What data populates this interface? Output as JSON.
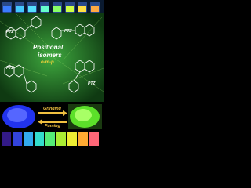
{
  "labels": {
    "ptz": "PTZ",
    "title_line1": "Positional",
    "title_line2": "isomers",
    "subtitle": "o-m-p",
    "grinding": "Grinding",
    "fuming": "Fuming"
  },
  "colors": {
    "background": "#000000",
    "leaf": "#2a8a2a",
    "blue_powder": "#3344ff",
    "green_powder": "#77ff33",
    "accent_text": "#f4d23a"
  },
  "vials_top_count": 8,
  "vials_bottom_count": 9
}
